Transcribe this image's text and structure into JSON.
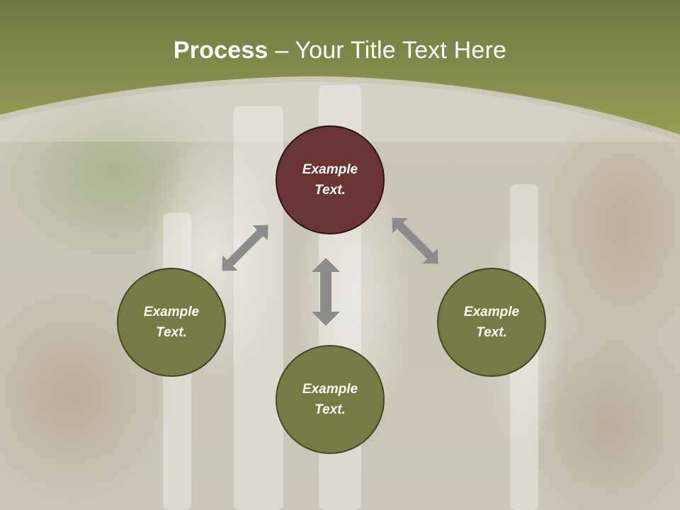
{
  "slide": {
    "title_bold": "Process",
    "title_rest": " – Your Title Text Here"
  },
  "colors": {
    "header_dark": "#6f7740",
    "header_light": "#929a4f",
    "center_node": "#6a3434",
    "outer_nodes": "#767a43",
    "arrows": "#8c8c8c"
  },
  "nodes": {
    "top": {
      "label": "Example Text."
    },
    "left": {
      "label": "Example Text."
    },
    "right": {
      "label": "Example Text."
    },
    "bottom": {
      "label": "Example Text."
    }
  },
  "connectors": [
    {
      "from": "top",
      "to": "left",
      "type": "double-arrow"
    },
    {
      "from": "top",
      "to": "right",
      "type": "double-arrow"
    },
    {
      "from": "top",
      "to": "bottom",
      "type": "double-arrow"
    }
  ]
}
